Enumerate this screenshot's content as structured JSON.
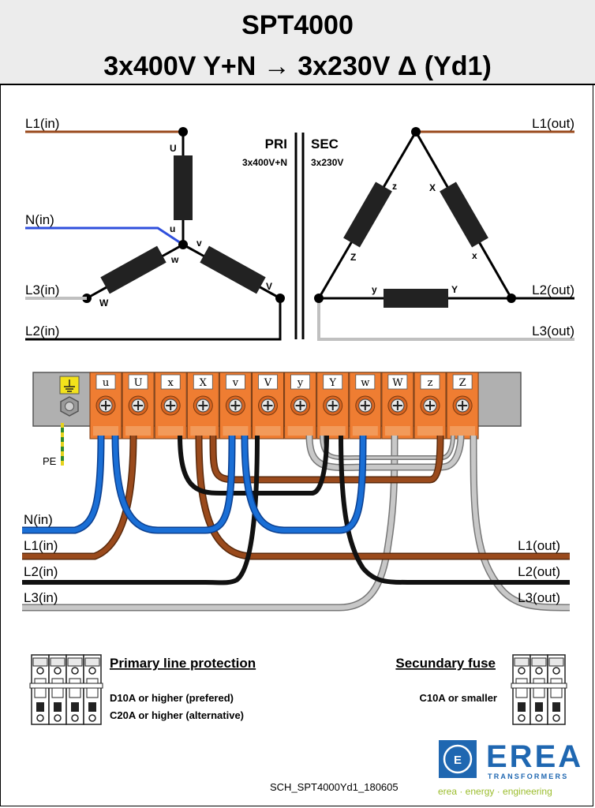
{
  "header": {
    "title": "SPT4000",
    "subtitle": "3x400V Y+N → 3x230V Δ  (Yd1)"
  },
  "schematic": {
    "primary": {
      "label": "PRI",
      "rating": "3x400V+N",
      "lines": {
        "l1": "L1(in)",
        "n": "N(in)",
        "l3": "L3(in)",
        "l2": "L2(in)"
      },
      "terminals": {
        "U": "U",
        "u": "u",
        "v": "v",
        "V": "V",
        "w": "w",
        "W": "W"
      }
    },
    "secondary": {
      "label": "SEC",
      "rating": "3x230V",
      "lines": {
        "l1": "L1(out)",
        "l2": "L2(out)",
        "l3": "L3(out)"
      },
      "terminals": {
        "z": "z",
        "X": "X",
        "Z": "Z",
        "x": "x",
        "y": "y",
        "Y": "Y"
      }
    }
  },
  "terminal_block": {
    "terminals": [
      "u",
      "U",
      "x",
      "X",
      "v",
      "V",
      "y",
      "Y",
      "w",
      "W",
      "z",
      "Z"
    ],
    "pe_label": "PE",
    "wire_colors": {
      "brown": "#9a4a1c",
      "blue": "#1a6fd6",
      "black": "#111111",
      "grey": "#c0c0c0",
      "orange": "#ef7d32"
    }
  },
  "wiring": {
    "inputs": [
      "N(in)",
      "L1(in)",
      "L2(in)",
      "L3(in)"
    ],
    "outputs": [
      "L1(out)",
      "L2(out)",
      "L3(out)"
    ]
  },
  "protection": {
    "primary_title": "Primary line protection",
    "primary_line1": "D10A or higher (prefered)",
    "primary_line2": "C20A or higher (alternative)",
    "secondary_title": "Secundary fuse",
    "secondary_line1": "C10A or smaller"
  },
  "footer": {
    "doc_id": "SCH_SPT4000Yd1_180605",
    "brand": "EREA",
    "brand_sub": "TRANSFORMERS",
    "tagline": "erea · energy · engineering",
    "brand_color": "#1f67b1",
    "tagline_color": "#9bbd2d"
  }
}
